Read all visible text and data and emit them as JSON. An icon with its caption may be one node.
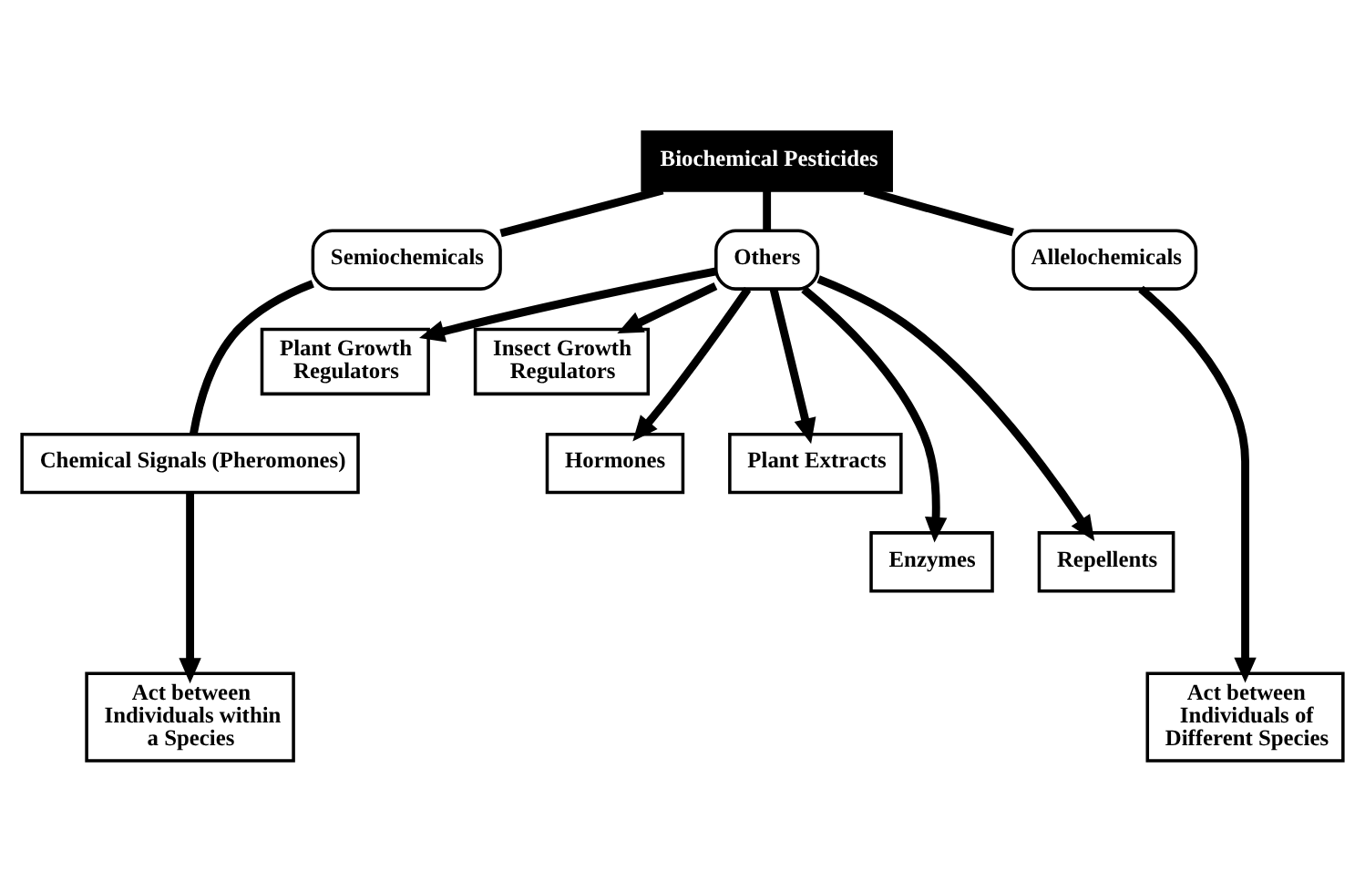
{
  "diagram": {
    "nodes": [
      {
        "text": [
          "Biochemical Pesticides"
        ]
      },
      {
        "text": [
          "Semiochemicals"
        ]
      },
      {
        "text": [
          "Others"
        ]
      },
      {
        "text": [
          "Allelochemicals"
        ]
      },
      {
        "text": [
          "Chemical Signals (Pheromones)"
        ]
      },
      {
        "text": [
          "Plant Growth Regulators"
        ]
      },
      {
        "text": [
          "Insect Growth Regulators"
        ]
      },
      {
        "text": [
          "Hormones"
        ]
      },
      {
        "text": [
          "Plant Extracts"
        ]
      },
      {
        "text": [
          "Enzymes"
        ]
      },
      {
        "text": [
          "Repellents"
        ]
      },
      {
        "text": [
          "Act between Individuals within a Species"
        ]
      },
      {
        "text": [
          "Act between Individuals of Different Species"
        ]
      }
    ],
    "edges": [
      {
        "from": 0,
        "to": 1,
        "arrow": "none"
      },
      {
        "from": 0,
        "to": 2,
        "arrow": "none"
      },
      {
        "from": 0,
        "to": 3,
        "arrow": "none"
      },
      {
        "from": 1,
        "to": 4,
        "arrow": "none"
      },
      {
        "from": 2,
        "to": 5,
        "arrow": "to"
      },
      {
        "from": 2,
        "to": 6,
        "arrow": "to"
      },
      {
        "from": 2,
        "to": 7,
        "arrow": "to"
      },
      {
        "from": 2,
        "to": 8,
        "arrow": "to"
      },
      {
        "from": 2,
        "to": 9,
        "arrow": "to"
      },
      {
        "from": 2,
        "to": 10,
        "arrow": "to"
      },
      {
        "from": 4,
        "to": 11,
        "arrow": "to"
      },
      {
        "from": 3,
        "to": 12,
        "arrow": "to"
      }
    ]
  }
}
